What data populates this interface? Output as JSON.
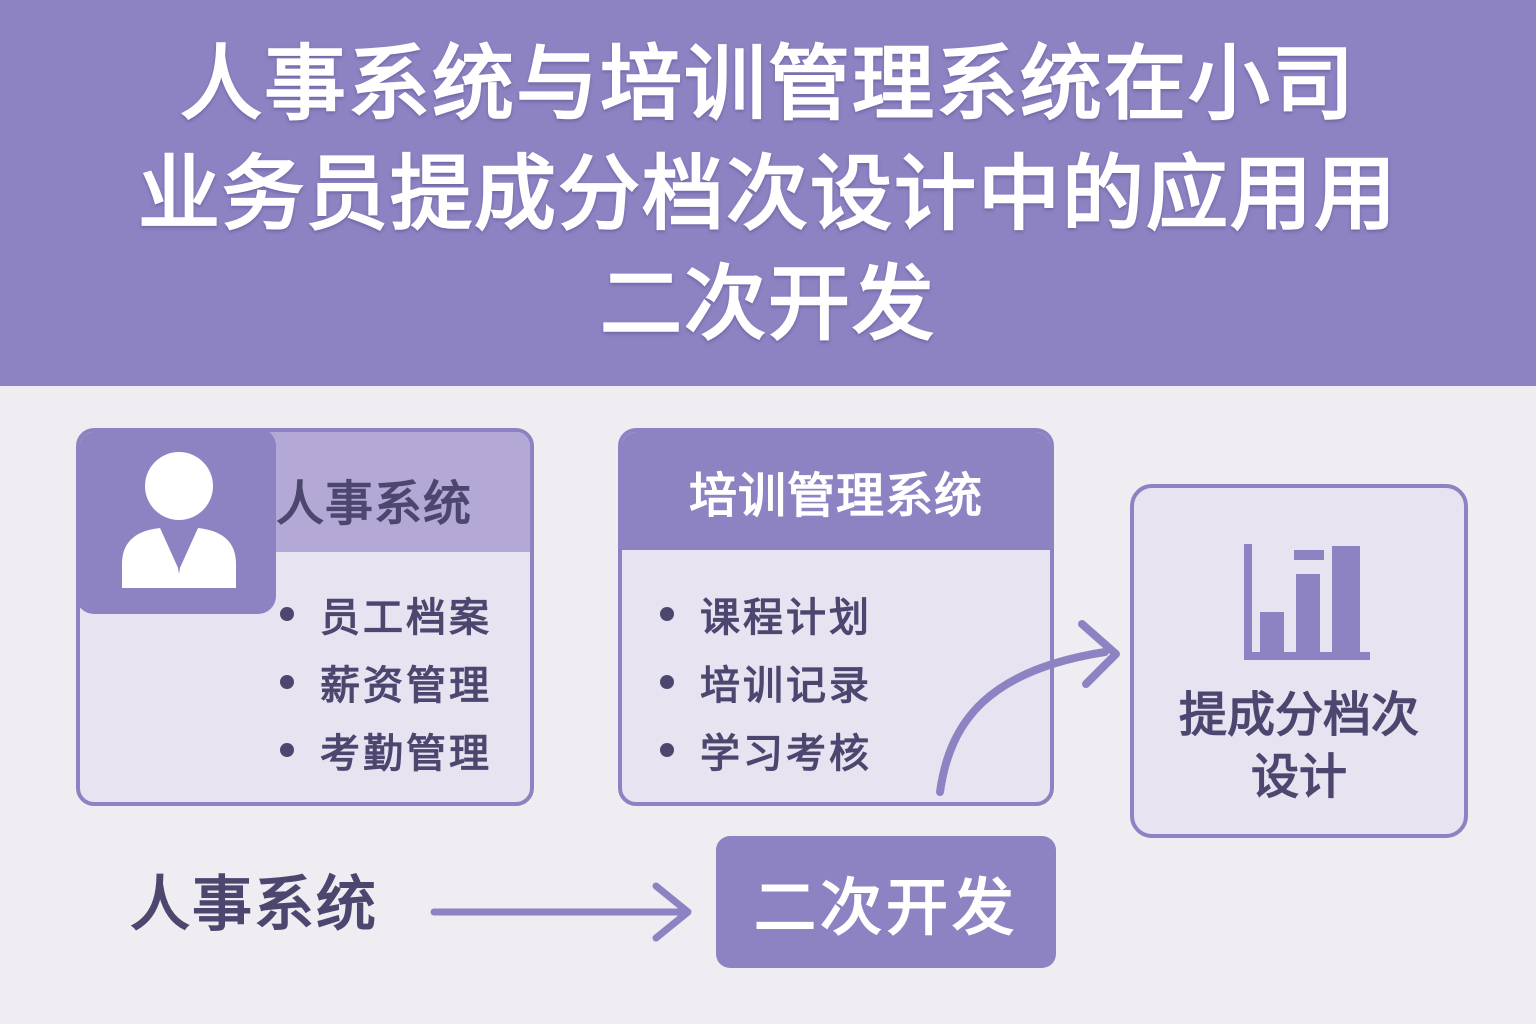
{
  "header": {
    "lines": [
      "人事系统与培训管理系统在小司",
      "业务员提成分档次设计中的应用用",
      "二次开发"
    ]
  },
  "hr_card": {
    "title": "人事系统",
    "icon": "person-icon",
    "items": [
      "员工档案",
      "薪资管理",
      "考勤管理"
    ]
  },
  "training_card": {
    "title": "培训管理系统",
    "items": [
      "课程计划",
      "培训记录",
      "学习考核"
    ]
  },
  "result_card": {
    "icon": "bar-chart-icon",
    "line1": "提成分档次",
    "line2": "设计"
  },
  "bottom": {
    "label": "人事系统",
    "box": "二次开发"
  },
  "colors": {
    "primary": "#8d83c3",
    "light": "#b4a9d6",
    "card_bg": "#e8e3f1",
    "text_dark": "#4d4770",
    "background": "#f0edf2"
  }
}
